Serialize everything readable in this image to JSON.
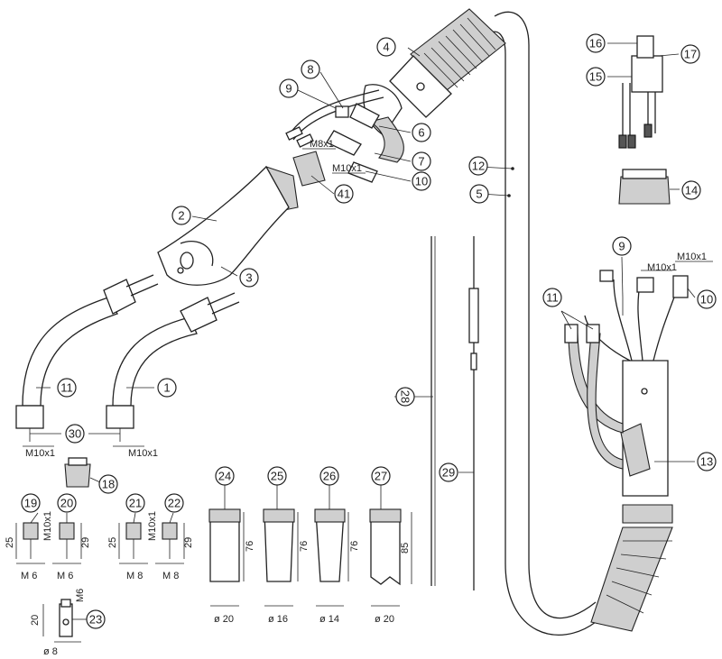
{
  "diagram": {
    "callouts": {
      "c1": "1",
      "c2": "2",
      "c3": "3",
      "c4": "4",
      "c5": "5",
      "c6": "6",
      "c7": "7",
      "c8": "8",
      "c9": "9",
      "c9b": "9",
      "c10": "10",
      "c10b": "10",
      "c11": "11",
      "c11b": "11",
      "c12": "12",
      "c13": "13",
      "c14": "14",
      "c15": "15",
      "c16": "16",
      "c17": "17",
      "c18": "18",
      "c19": "19",
      "c20": "20",
      "c21": "21",
      "c22": "22",
      "c23": "23",
      "c24": "24",
      "c25": "25",
      "c26": "26",
      "c27": "27",
      "c28": "28",
      "c29": "29",
      "c30": "30",
      "c41": "41"
    },
    "labels": {
      "m8x1": "M8x1",
      "m10x1_a": "M10x1",
      "m10x1_b": "M10x1",
      "m10x1_c": "M10x1",
      "m10x1_d": "M10x1",
      "m10x1_e": "M10x1",
      "m10x1_f": "M10x1",
      "m10x1_g": "M10x1",
      "m6_a": "M 6",
      "m6_b": "M 6",
      "m8_a": "M 8",
      "m8_b": "M 8",
      "m6_top": "M6",
      "d25_a": "25",
      "d29_a": "29",
      "d25_b": "25",
      "d29_b": "29",
      "d76_a": "76",
      "d76_b": "76",
      "d76_c": "76",
      "d85": "85",
      "d20": "20",
      "dia20_a": "ø 20",
      "dia16": "ø 16",
      "dia14": "ø 14",
      "dia20_b": "ø 20",
      "dia8": "ø 8"
    }
  }
}
